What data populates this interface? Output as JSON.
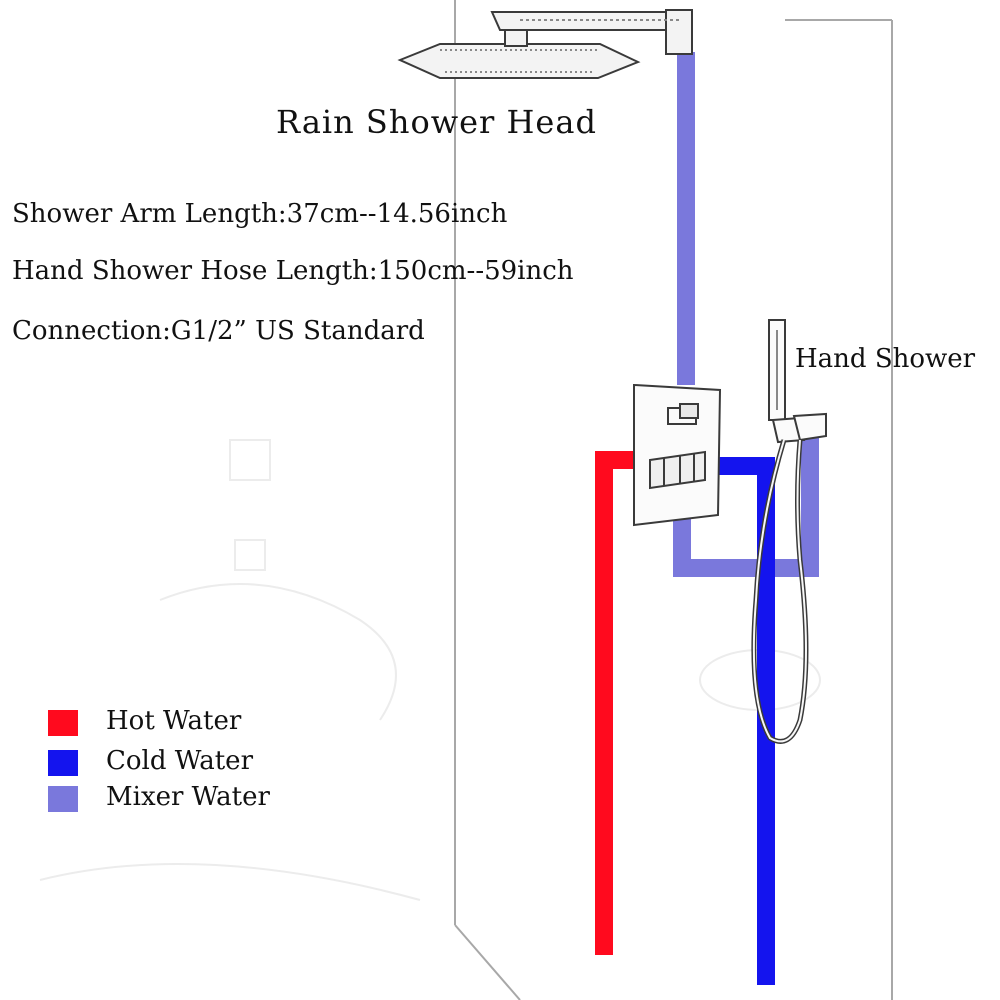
{
  "title": "Rain Shower Head",
  "specs": {
    "arm_length": "Shower Arm Length:37cm--14.56inch",
    "hose_length": "Hand Shower Hose Length:150cm--59inch",
    "connection": "Connection:G1/2”  US Standard"
  },
  "hand_shower_label": "Hand Shower",
  "legend": {
    "hot": {
      "label": "Hot Water",
      "color": "#ff0a1e"
    },
    "cold": {
      "label": "Cold Water",
      "color": "#1414ee"
    },
    "mixer": {
      "label": "Mixer Water",
      "color": "#7a78dc"
    }
  },
  "colors": {
    "line_art": "#3a3a3a",
    "wall_line": "#9a9a9a"
  }
}
